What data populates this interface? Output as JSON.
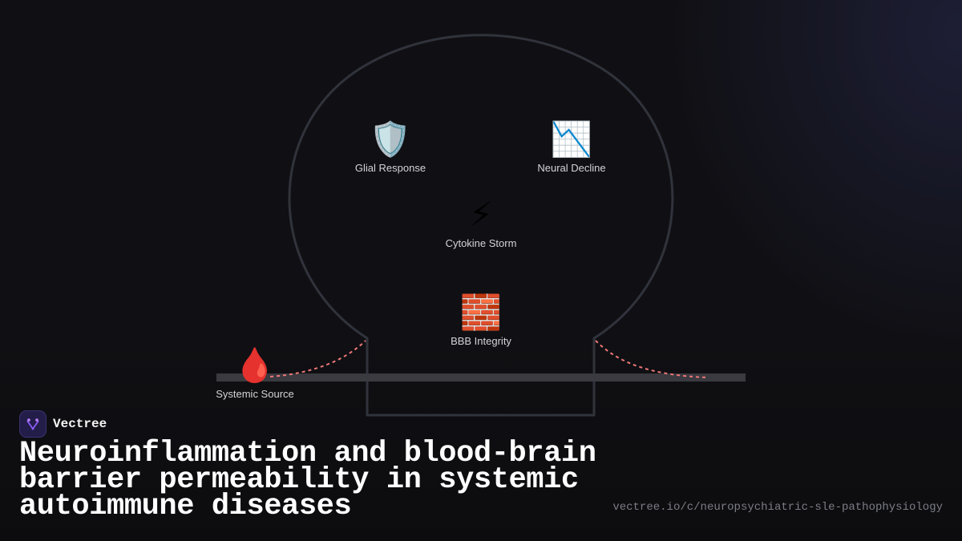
{
  "diagram": {
    "nodes": {
      "glial": {
        "icon": "🛡️",
        "icon_name": "shield-icon",
        "label": "Glial Response"
      },
      "neural": {
        "icon": "📉",
        "icon_name": "chart-decreasing-icon",
        "label": "Neural Decline"
      },
      "cytokine": {
        "icon": "⚡",
        "icon_name": "lightning-icon",
        "label": "Cytokine Storm"
      },
      "bbb": {
        "icon": "🧱",
        "icon_name": "brick-wall-icon",
        "label": "BBB Integrity"
      },
      "systemic": {
        "icon": "🩸",
        "icon_name": "blood-drop-icon",
        "label": "Systemic Source"
      }
    },
    "colors": {
      "outline": "#30333b",
      "vessel": "#3a3a40",
      "flow": "#ee7777",
      "background": "#101014"
    }
  },
  "brand": {
    "name": "Vectree",
    "logo_icon": "vectree-logo-icon",
    "accent": "#8b5cf6"
  },
  "title": "Neuroinflammation and blood-brain barrier permeability in systemic autoimmune diseases",
  "url": "vectree.io/c/neuropsychiatric-sle-pathophysiology"
}
